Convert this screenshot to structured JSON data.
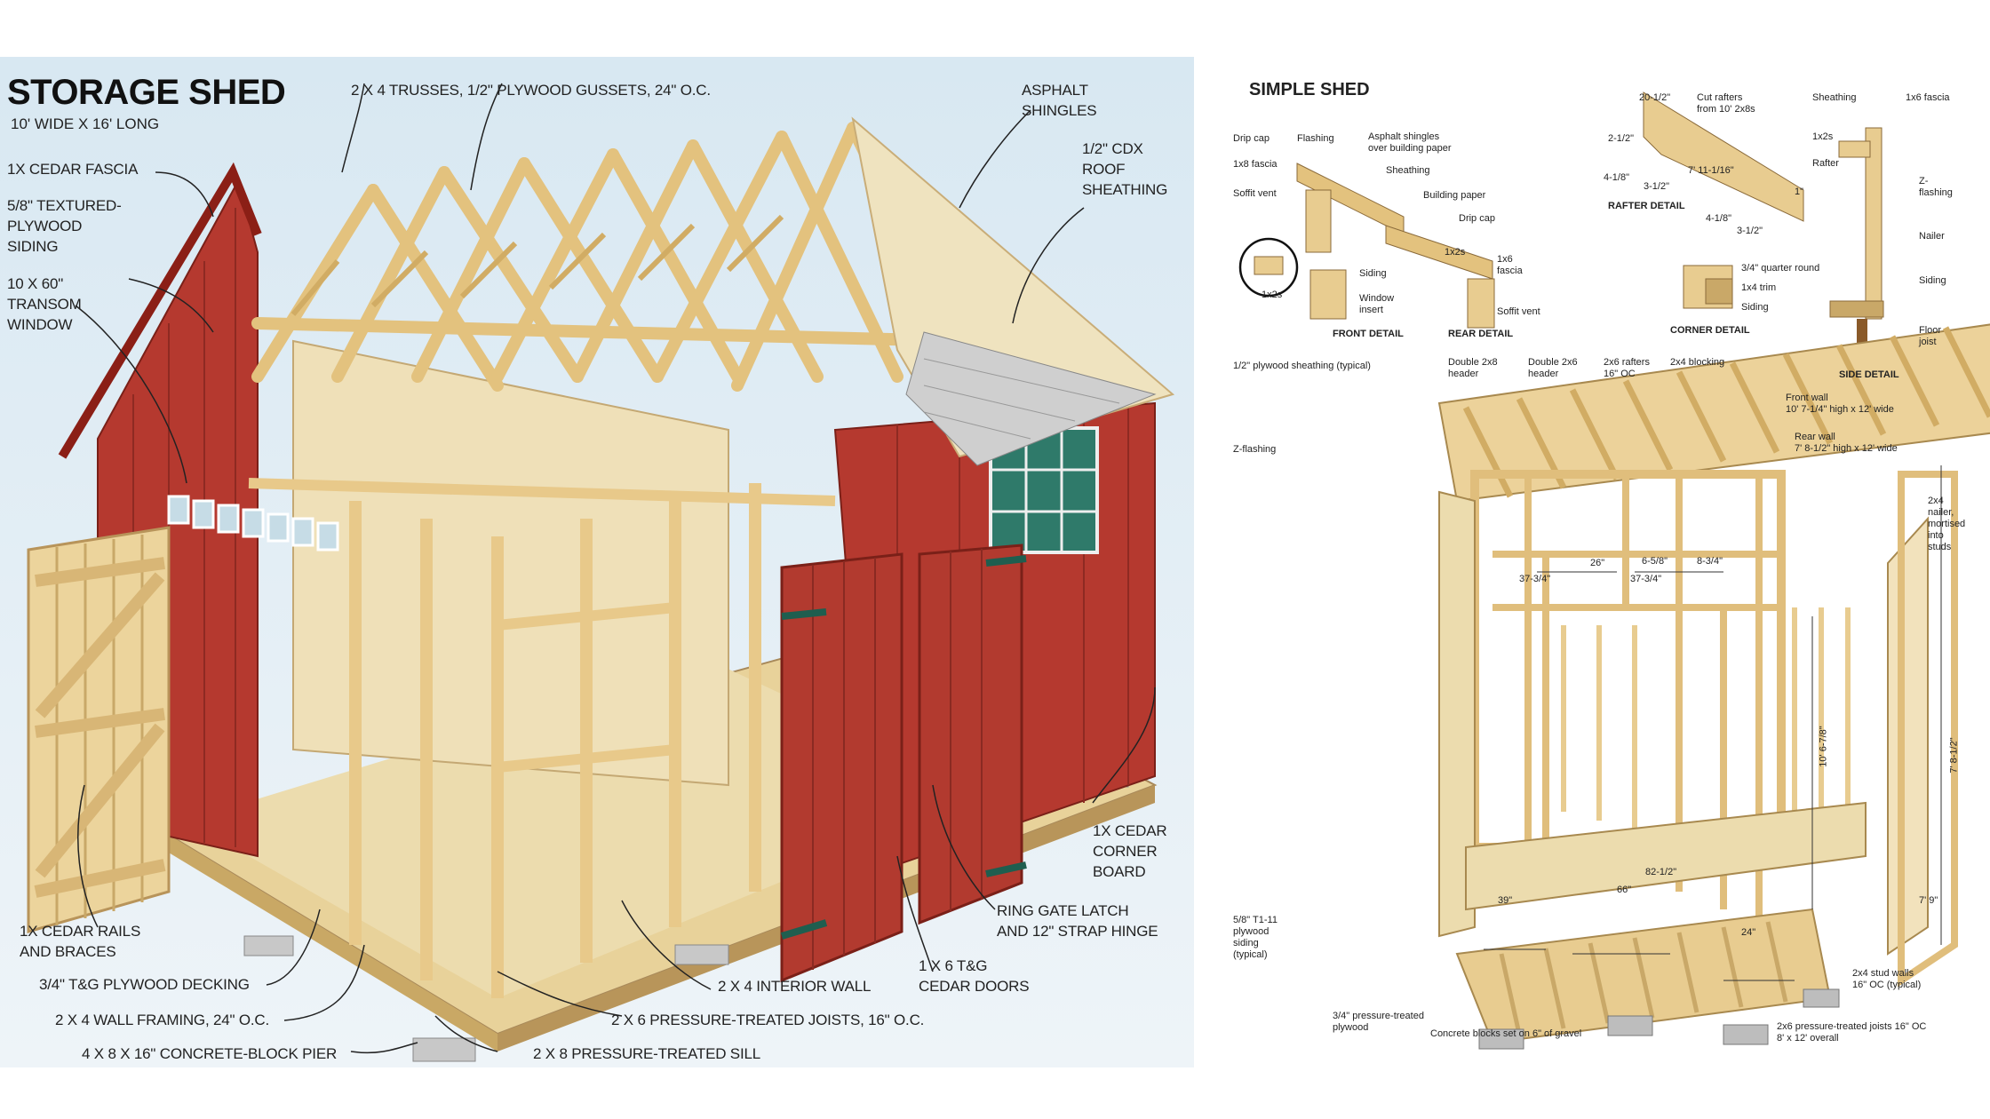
{
  "storage_shed": {
    "title": "STORAGE SHED",
    "subtitle": "10' wide x 16' long",
    "labels": {
      "trusses": "2 x 4 trusses, 1/2\" plywood gussets, 24\" O.C.",
      "shingles": "Asphalt\nshingles",
      "sheathing": "1/2\" CDX\nroof\nsheathing",
      "fascia": "1x cedar fascia",
      "siding": "5/8\" textured-\nplywood\nsiding",
      "transom": "10 x 60\"\ntransom\nwindow",
      "rails": "1x cedar rails\nand braces",
      "decking": "3/4\" T&G plywood decking",
      "wall_framing": "2 x 4 wall framing, 24\" O.C.",
      "pier": "4 x 8 x 16\" concrete-block pier",
      "sill": "2 x 8 pressure-treated sill",
      "joists": "2 x 6 pressure-treated joists, 16\" O.C.",
      "interior_wall": "2 x 4 interior wall",
      "doors": "1 x 6 T&G\ncedar doors",
      "latch": "Ring gate latch\nand 12\" strap hinge",
      "corner_board": "1x cedar\ncorner\nboard"
    }
  },
  "simple_shed": {
    "title": "SIMPLE SHED",
    "labels": {
      "drip_cap": "Drip cap",
      "flashing": "Flashing",
      "asphalt": "Asphalt shingles\nover building paper",
      "fascia_1x8": "1x8 fascia",
      "sheathing": "Sheathing",
      "building_paper": "Building paper",
      "soffit_vent": "Soffit vent",
      "drip_cap2": "Drip cap",
      "siding": "Siding",
      "window_insert": "Window\ninsert",
      "x1x2s": "1x2s",
      "fascia_1x6": "1x6\nfascia",
      "soffit_vent2": "Soffit vent",
      "x1x2s_circle": "1x2s",
      "front_detail": "FRONT DETAIL",
      "rear_detail": "REAR DETAIL",
      "rafter_dim1": "20-1/2\"",
      "cut_rafters": "Cut rafters\nfrom 10' 2x8s",
      "rafter_dim2": "2-1/2\"",
      "rafter_dim3": "4-1/8\"",
      "rafter_dim4": "3-1/2\"",
      "rafter_dim5": "7' 11-1/16\"",
      "rafter_dim6": "1\"",
      "rafter_dim7": "4-1/8\"",
      "rafter_dim8": "3-1/2\"",
      "rafter_detail": "RAFTER DETAIL",
      "quarter_round": "3/4\" quarter round",
      "trim": "1x4 trim",
      "siding2": "Siding",
      "corner_detail": "CORNER DETAIL",
      "side_sheathing": "Sheathing",
      "side_fascia": "1x6 fascia",
      "side_1x2s": "1x2s",
      "rafter": "Rafter",
      "z_flashing": "Z-\nflashing",
      "nailer": "Nailer",
      "side_siding": "Siding",
      "floor_joist": "Floor\njoist",
      "side_detail": "SIDE DETAIL",
      "plywood_sheathing": "1/2\" plywood sheathing (typical)",
      "double_2x8": "Double 2x8\nheader",
      "double_2x6": "Double 2x6\nheader",
      "rafters_16": "2x6 rafters\n16\" OC",
      "blocking": "2x4 blocking",
      "front_wall": "Front wall\n10' 7-1/4\" high x 12' wide",
      "rear_wall": "Rear wall\n7' 8-1/2\" high x 12' wide",
      "z_flashing2": "Z-flashing",
      "nailer_2x4": "2x4\nnailer,\nmortised\ninto\nstuds",
      "dim_26": "26\"",
      "dim_6_58": "6-5/8\"",
      "dim_8_34": "8-3/4\"",
      "dim_37_a": "37-3/4\"",
      "dim_37_b": "37-3/4\"",
      "dim_10_7": "10' 6-7/8\"",
      "dim_7_8": "7' 8-1/2\"",
      "dim_82": "82-1/2\"",
      "dim_66": "66\"",
      "dim_39": "39\"",
      "dim_24": "24\"",
      "dim_7_9": "7' 9\"",
      "t111": "5/8\" T1-11\nplywood\nsiding\n(typical)",
      "pt_plywood": "3/4\" pressure-treated\nplywood",
      "blocks": "Concrete blocks set on 6\" of gravel",
      "pt_joists": "2x6 pressure-treated joists 16\" OC\n8' x 12' overall",
      "stud_walls": "2x4 stud walls\n16\" OC (typical)"
    }
  }
}
